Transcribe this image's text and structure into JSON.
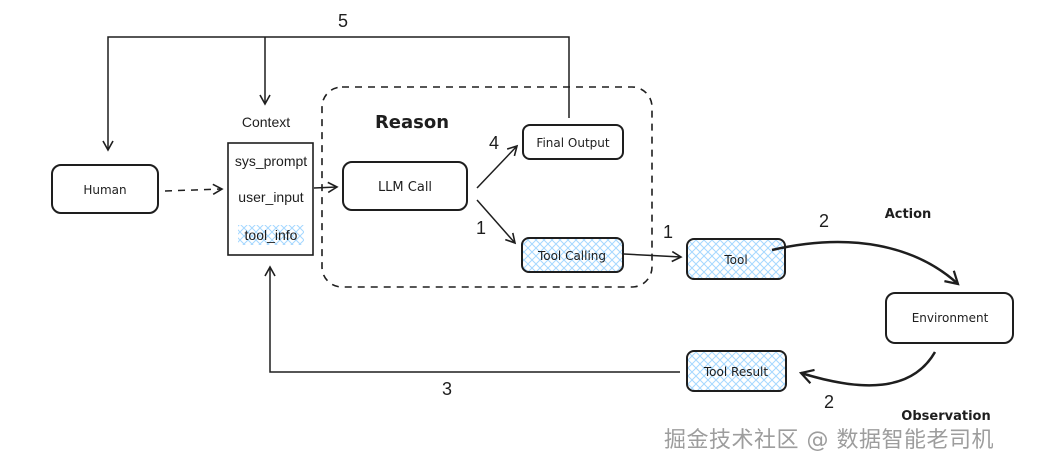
{
  "nodes": {
    "human": "Human",
    "context_title": "Context",
    "context_items": [
      "sys_prompt",
      "user_input",
      "tool_info"
    ],
    "reason_title": "Reason",
    "llm_call": "LLM Call",
    "final_output": "Final Output",
    "tool_calling": "Tool Calling",
    "tool": "Tool",
    "environment": "Environment",
    "tool_result": "Tool Result"
  },
  "edge_labels": {
    "loop_to_context": "5",
    "to_final_output": "4",
    "to_tool_calling": "1",
    "to_tool": "1",
    "to_environment": "2",
    "action": "Action",
    "to_tool_result": "2",
    "observation": "Observation",
    "back_to_context": "3"
  },
  "watermark": "掘金技术社区 @ 数据智能老司机",
  "colors": {
    "stroke": "#1e1e1e",
    "hatch_fill": "#a5d8ff",
    "background": "#ffffff"
  }
}
